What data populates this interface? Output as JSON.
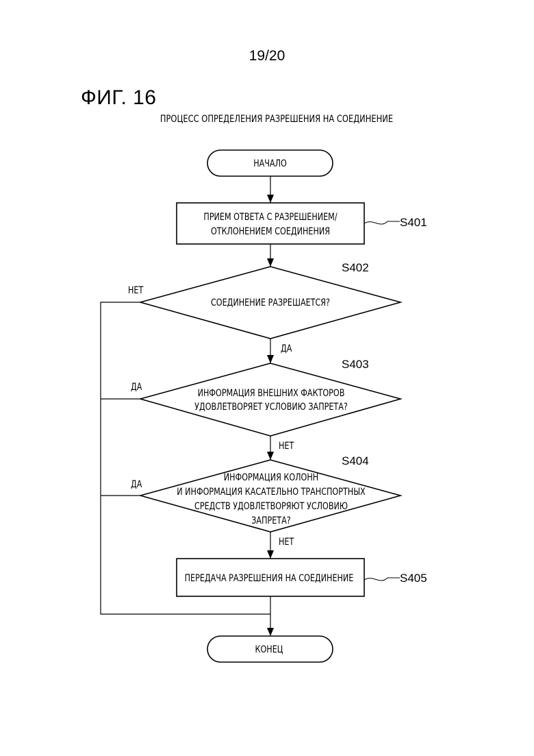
{
  "page": {
    "number": "19/20",
    "figure_label": "ФИГ. 16",
    "title": "ПРОЦЕСС ОПРЕДЕЛЕНИЯ РАЗРЕШЕНИЯ НА СОЕДИНЕНИЕ"
  },
  "flowchart": {
    "start": "НАЧАЛО",
    "end": "КОНЕЦ",
    "s401": {
      "label": "S401",
      "lines": [
        "ПРИЕМ ОТВЕТА С РАЗРЕШЕНИЕМ/",
        "ОТКЛОНЕНИЕМ СОЕДИНЕНИЯ"
      ]
    },
    "s402": {
      "label": "S402",
      "lines": [
        "СОЕДИНЕНИЕ РАЗРЕШАЕТСЯ?"
      ],
      "no_branch": "НЕТ",
      "yes_branch": "ДА"
    },
    "s403": {
      "label": "S403",
      "lines": [
        "ИНФОРМАЦИЯ ВНЕШНИХ ФАКТОРОВ",
        "УДОВЛЕТВОРЯЕТ УСЛОВИЮ ЗАПРЕТА?"
      ],
      "yes_branch": "ДА",
      "no_branch": "НЕТ"
    },
    "s404": {
      "label": "S404",
      "lines": [
        "ИНФОРМАЦИЯ КОЛОНН",
        "И ИНФОРМАЦИЯ КАСАТЕЛЬНО ТРАНСПОРТНЫХ",
        "СРЕДСТВ УДОВЛЕТВОРЯЮТ УСЛОВИЮ",
        "ЗАПРЕТА?"
      ],
      "yes_branch": "ДА",
      "no_branch": "НЕТ"
    },
    "s405": {
      "label": "S405",
      "lines": [
        "ПЕРЕДАЧА РАЗРЕШЕНИЯ НА СОЕДИНЕНИЕ"
      ]
    }
  }
}
